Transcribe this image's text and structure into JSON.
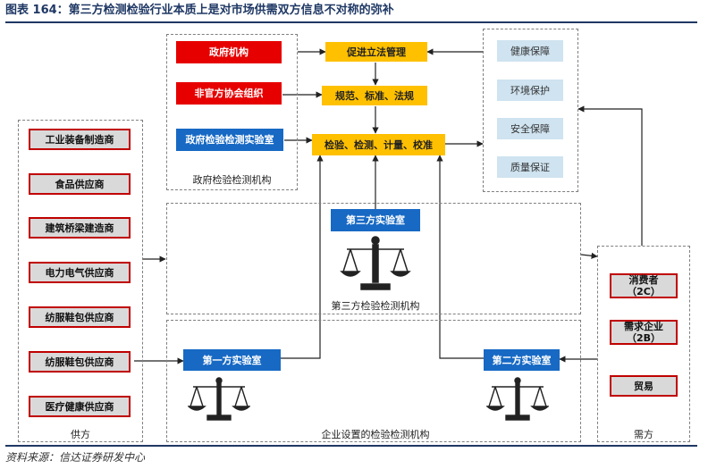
{
  "title": "图表 164：第三方检测检验行业本质上是对市场供需双方信息不对称的弥补",
  "source": "资料来源：信达证券研发中心",
  "government": {
    "gov_agency": "政府机构",
    "ngo": "非官方协会组织",
    "gov_lab": "政府检验检测实验室",
    "group_label": "政府检验检测机构"
  },
  "center": {
    "legislation": "促进立法管理",
    "standards": "规范、标准、法规",
    "testing": "检验、检测、计量、校准"
  },
  "guarantees": [
    "健康保障",
    "环境保护",
    "安全保障",
    "质量保证"
  ],
  "supply": {
    "items": [
      "工业装备制造商",
      "食品供应商",
      "建筑桥梁建造商",
      "电力电气供应商",
      "纺服鞋包供应商",
      "纺服鞋包供应商",
      "医疗健康供应商"
    ],
    "label": "供方"
  },
  "third_party": {
    "lab": "第三方实验室",
    "label": "第三方检验检测机构"
  },
  "enterprise": {
    "first_lab": "第一方实验室",
    "second_lab": "第二方实验室",
    "label": "企业设置的检验检测机构"
  },
  "demand": {
    "items": [
      {
        "line1": "消费者",
        "line2": "（2C）"
      },
      {
        "line1": "需求企业",
        "line2": "（2B）"
      },
      {
        "line1": "贸易",
        "line2": ""
      }
    ],
    "label": "需方"
  },
  "colors": {
    "red": "#e60000",
    "blue": "#1769c4",
    "gold": "#ffc000",
    "light": "#cfe3f0",
    "navy": "#1f3864"
  }
}
